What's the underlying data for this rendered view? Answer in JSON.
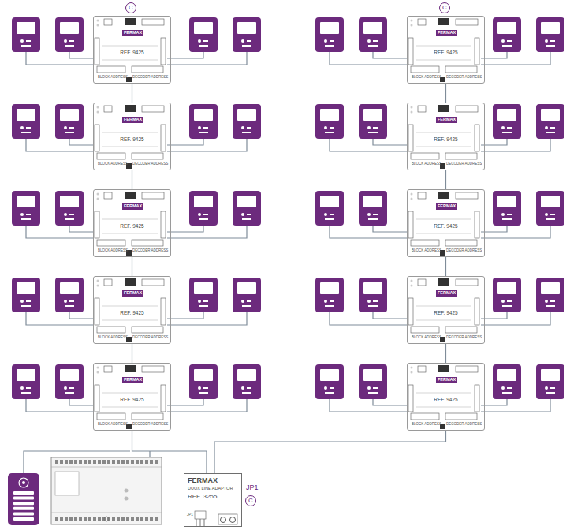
{
  "diagram": {
    "nodes": [
      {
        "text": [
          "FERMAX",
          "REF. 9425",
          "BLOCK ADDRESS",
          "DECODER ADDRESS"
        ]
      },
      {
        "text": [
          "FERMAX",
          "REF. 9425",
          "BLOCK ADDRESS",
          "DECODER ADDRESS"
        ]
      },
      {
        "text": [
          "FERMAX",
          "REF. 9425",
          "BLOCK ADDRESS",
          "DECODER ADDRESS"
        ]
      },
      {
        "text": [
          "FERMAX",
          "REF. 9425",
          "BLOCK ADDRESS",
          "DECODER ADDRESS"
        ]
      },
      {
        "text": [
          "FERMAX",
          "REF. 9425",
          "BLOCK ADDRESS",
          "DECODER ADDRESS"
        ]
      },
      {
        "text": [
          "FERMAX",
          "REF. 9425",
          "BLOCK ADDRESS",
          "DECODER ADDRESS"
        ]
      },
      {
        "text": [
          "FERMAX",
          "REF. 9425",
          "BLOCK ADDRESS",
          "DECODER ADDRESS"
        ]
      },
      {
        "text": [
          "FERMAX",
          "REF. 9425",
          "BLOCK ADDRESS",
          "DECODER ADDRESS"
        ]
      },
      {
        "text": [
          "FERMAX",
          "REF. 9425",
          "BLOCK ADDRESS",
          "DECODER ADDRESS"
        ]
      },
      {
        "text": [
          "FERMAX",
          "REF. 9425",
          "BLOCK ADDRESS",
          "DECODER ADDRESS"
        ]
      },
      {
        "text": [
          "FERMAX",
          "DUOX LINE ADAPTOR",
          "REF. 3255",
          "JP1"
        ]
      }
    ],
    "edges": [
      {
        "from": 0,
        "to": 2,
        "arrow": "none"
      },
      {
        "from": 2,
        "to": 4,
        "arrow": "none"
      },
      {
        "from": 4,
        "to": 6,
        "arrow": "none"
      },
      {
        "from": 6,
        "to": 8,
        "arrow": "none"
      },
      {
        "from": 1,
        "to": 3,
        "arrow": "none"
      },
      {
        "from": 3,
        "to": 5,
        "arrow": "none"
      },
      {
        "from": 5,
        "to": 7,
        "arrow": "none"
      },
      {
        "from": 7,
        "to": 9,
        "arrow": "none"
      },
      {
        "from": 8,
        "to": 10,
        "arrow": "none"
      },
      {
        "from": 9,
        "to": 10,
        "arrow": "none"
      }
    ],
    "labels": [
      "C",
      "C",
      "JP1",
      "C"
    ]
  }
}
